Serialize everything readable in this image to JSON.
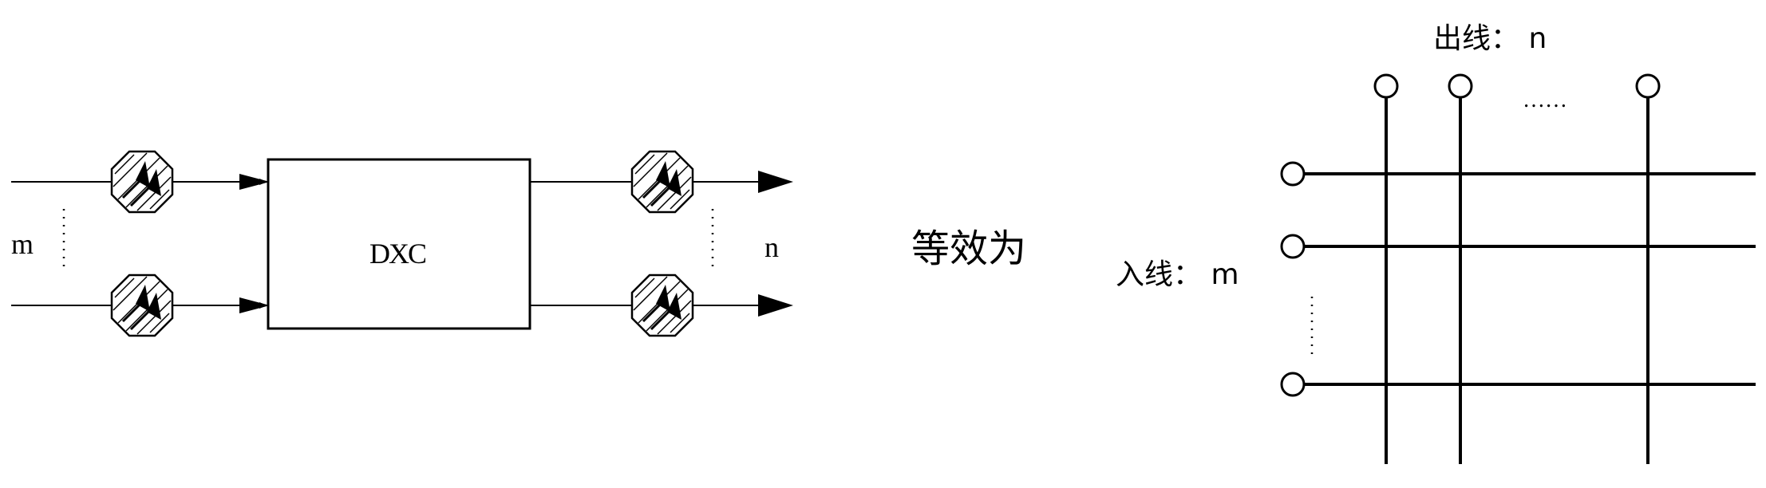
{
  "left_diagram": {
    "box_label": "DXC",
    "input_count_label": "m",
    "output_count_label": "n"
  },
  "equivalence_label": "等效为",
  "right_diagram": {
    "output_lines_label": "出线： n",
    "input_lines_label": "入线： m",
    "ellipsis": "……"
  }
}
